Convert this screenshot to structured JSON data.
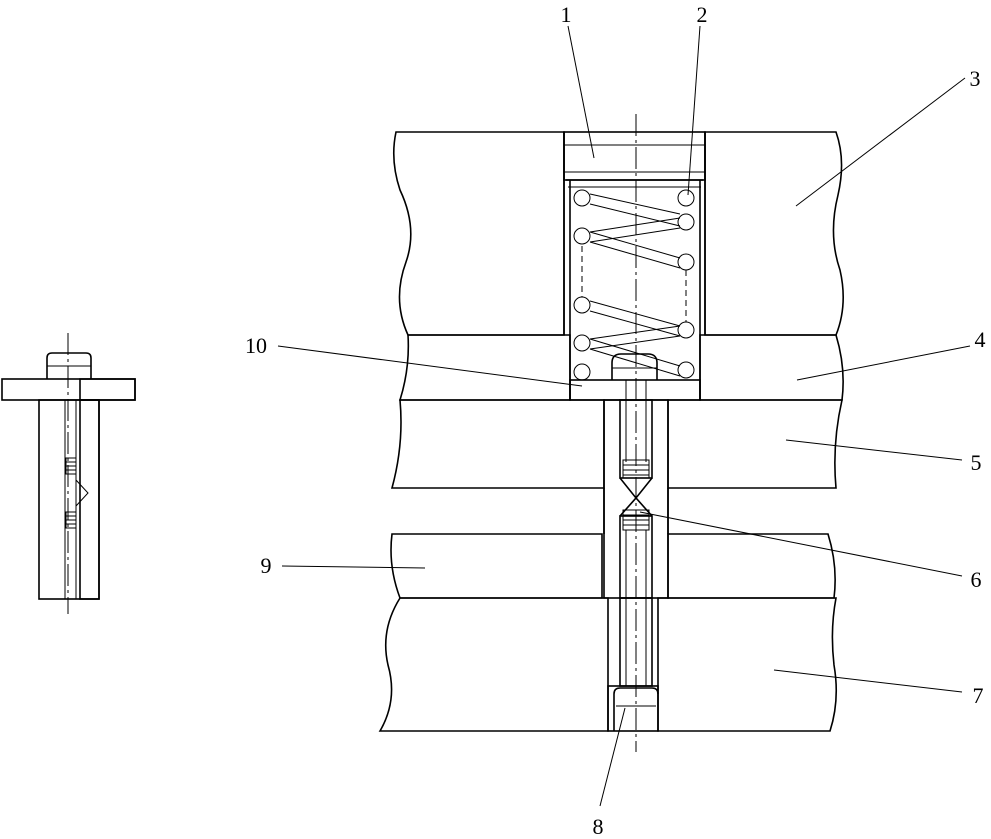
{
  "labels": {
    "n1": "1",
    "n2": "2",
    "n3": "3",
    "n4": "4",
    "n5": "5",
    "n6": "6",
    "n7": "7",
    "n8": "8",
    "n9": "9",
    "n10": "10"
  }
}
